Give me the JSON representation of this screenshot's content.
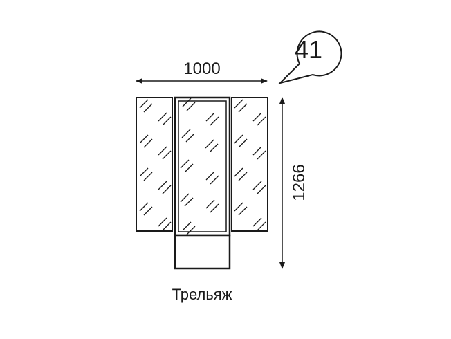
{
  "drawing": {
    "item_number": "41",
    "width_label": "1000",
    "height_label": "1266",
    "caption": "Трельяж"
  },
  "colors": {
    "line": "#1a1a1a",
    "background": "#ffffff"
  }
}
